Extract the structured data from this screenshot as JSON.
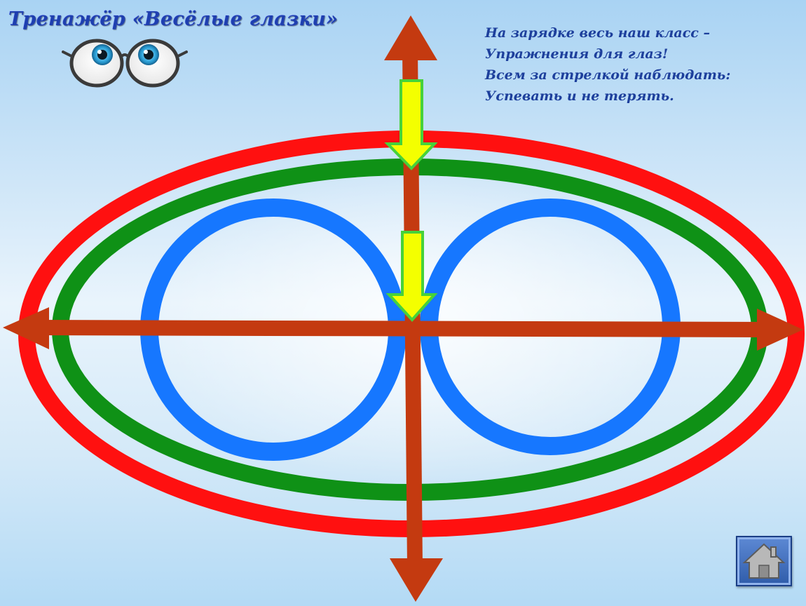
{
  "title": "Тренажёр «Весёлые глазки»",
  "poem": [
    "На зарядке весь наш класс –",
    "Упражнения для глаз!",
    "Всем за стрелкой наблюдать:",
    "Успевать и не терять."
  ],
  "colors": {
    "title": "#1e3fb0",
    "poem": "#1d3f9c",
    "outer_ellipse": "#ff1010",
    "middle_ellipse": "#0f9116",
    "figure_eight": "#1677ff",
    "axes_arrows": "#c43a10",
    "pointer_arrows_fill": "#f4ff00",
    "pointer_arrows_outline": "#46d23a"
  },
  "icons": {
    "glasses": "glasses-with-eyes-icon",
    "home": "home-icon"
  }
}
